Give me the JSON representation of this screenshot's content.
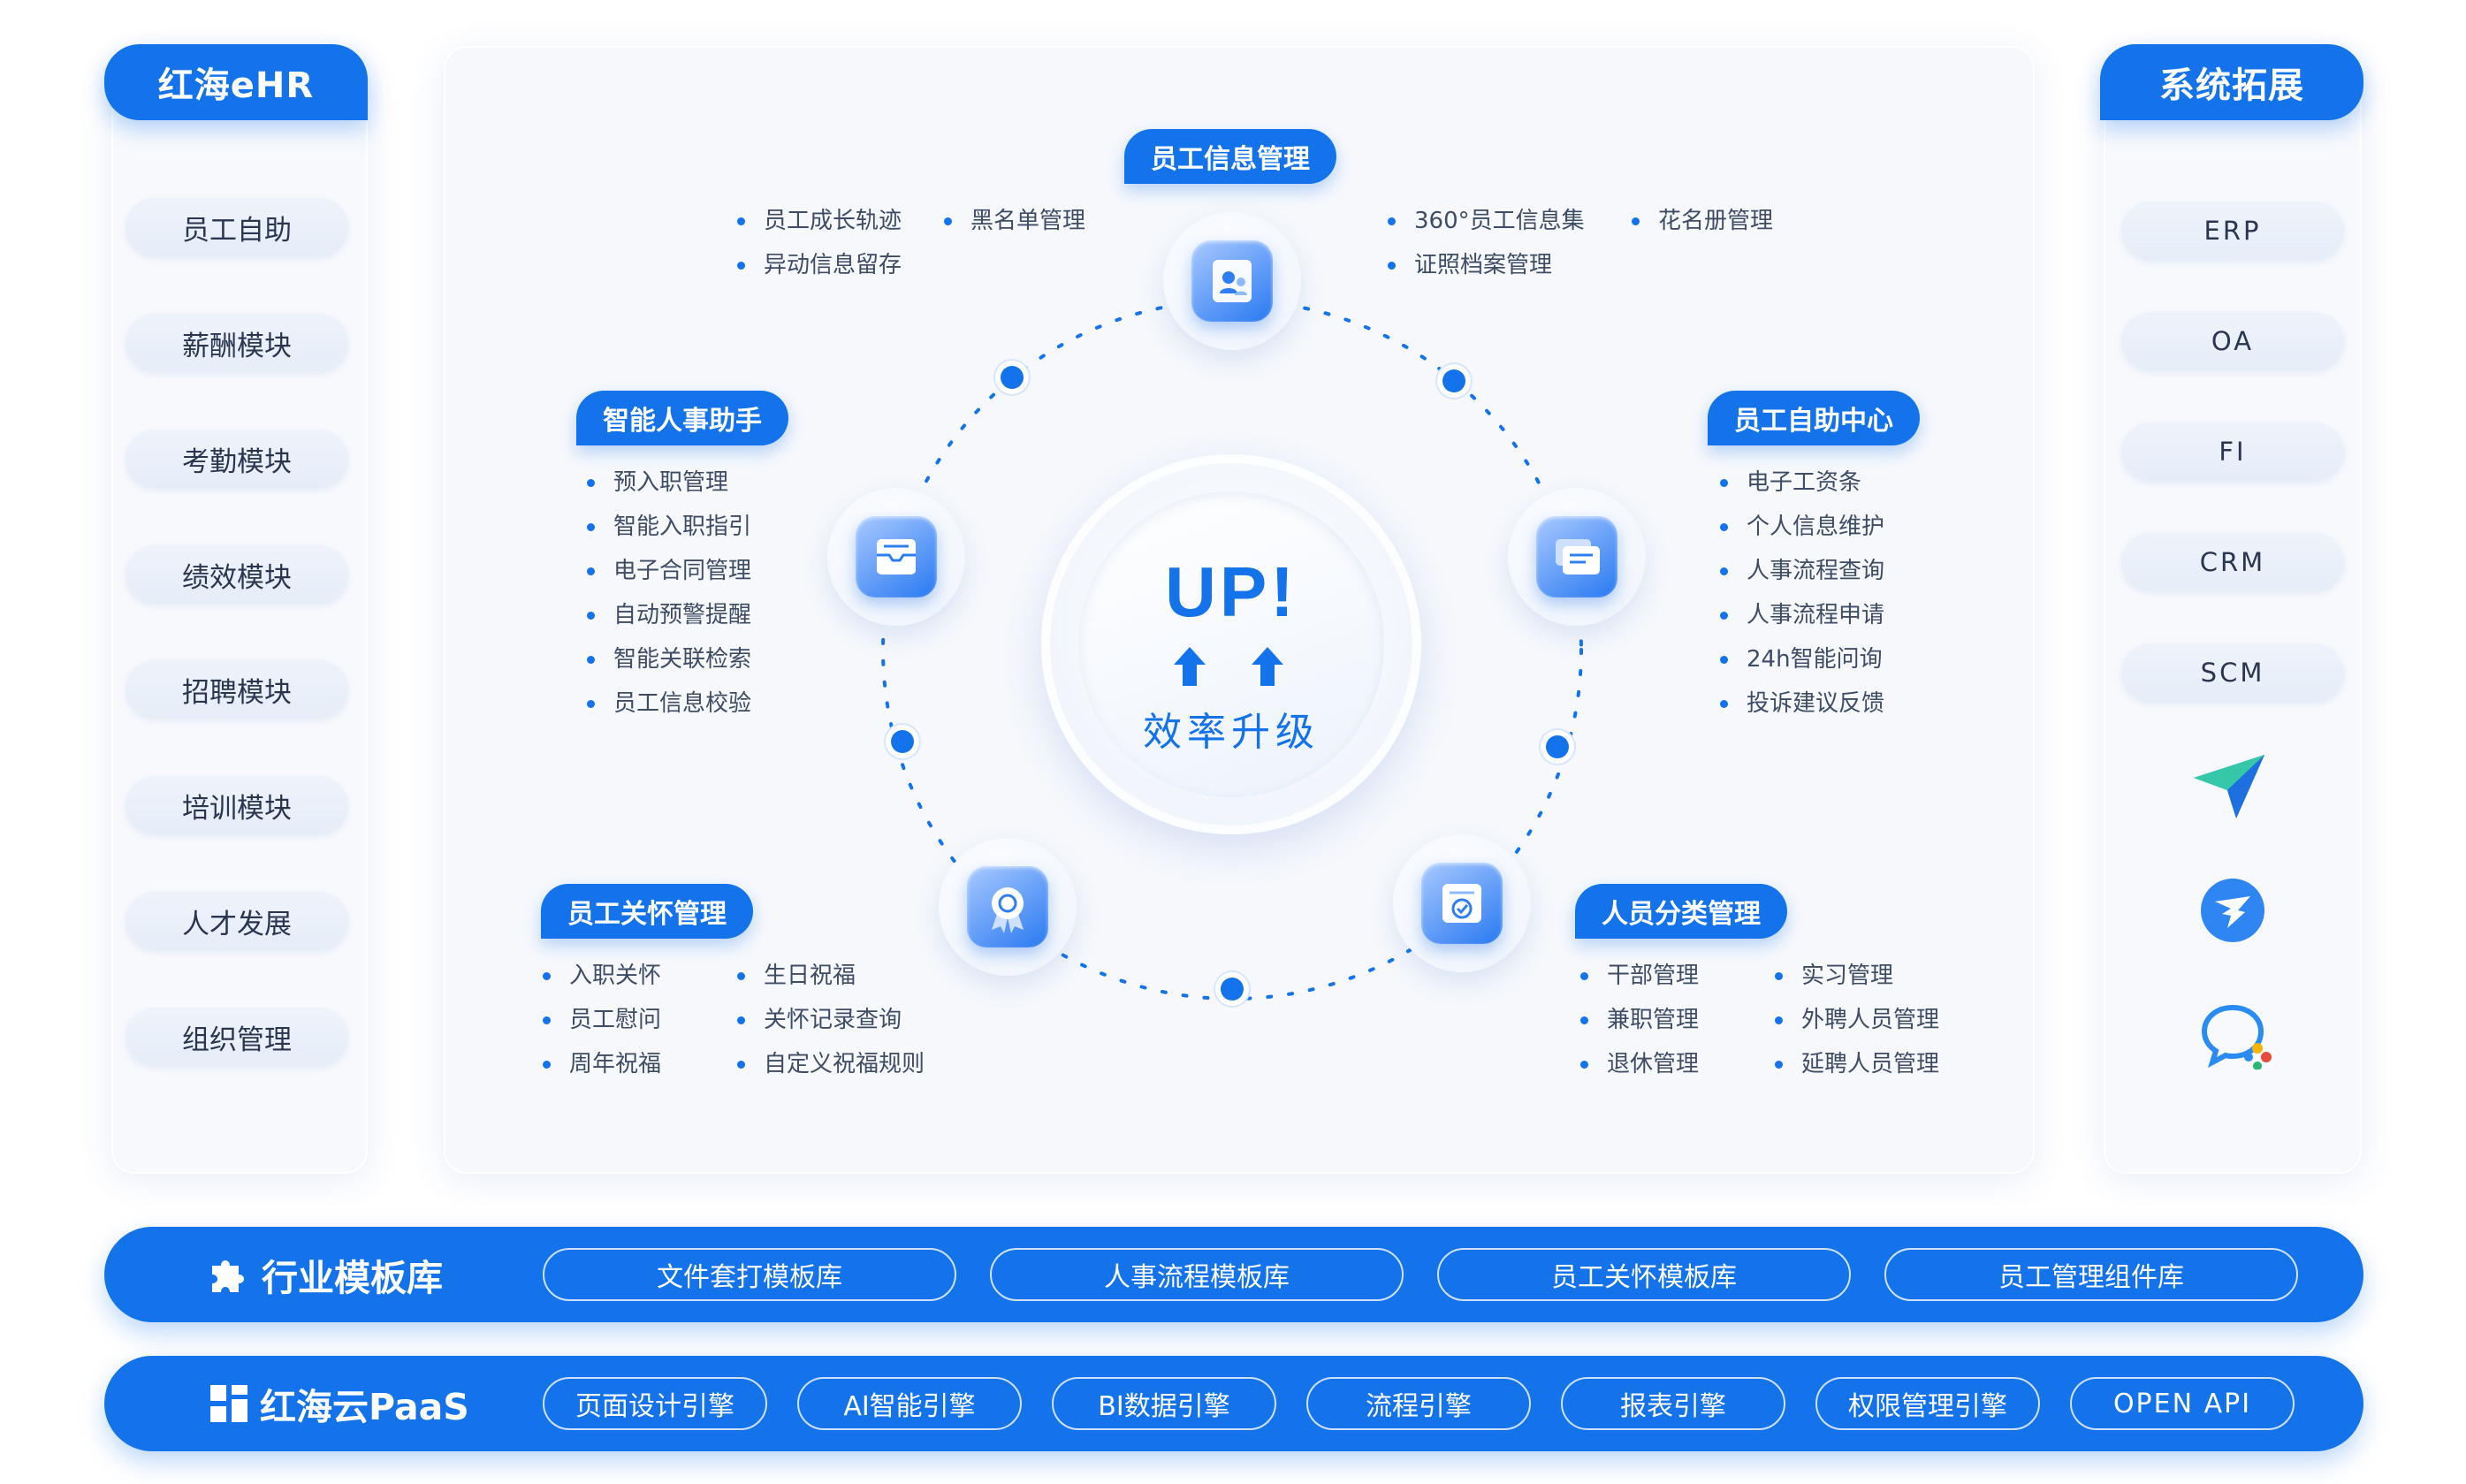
{
  "left_panel": {
    "title": "红海eHR",
    "items": [
      "员工自助",
      "薪酬模块",
      "考勤模块",
      "绩效模块",
      "招聘模块",
      "培训模块",
      "人才发展",
      "组织管理"
    ]
  },
  "right_panel": {
    "title": "系统拓展",
    "items": [
      "ERP",
      "OA",
      "FI",
      "CRM",
      "SCM"
    ],
    "icons": [
      "paper-plane-icon",
      "dingtalk-icon",
      "wecom-chat-icon"
    ]
  },
  "center": {
    "up_text": "UP!",
    "efficiency_text": "效率升级",
    "modules": {
      "info": {
        "title": "员工信息管理",
        "left_items": [
          "员工成长轨迹",
          "异动信息留存"
        ],
        "mid_items": [
          "黑名单管理"
        ],
        "right_items": [
          "360°员工信息集",
          "证照档案管理"
        ],
        "far_items": [
          "花名册管理"
        ]
      },
      "assistant": {
        "title": "智能人事助手",
        "items": [
          "预入职管理",
          "智能入职指引",
          "电子合同管理",
          "自动预警提醒",
          "智能关联检索",
          "员工信息校验"
        ]
      },
      "self_service": {
        "title": "员工自助中心",
        "items": [
          "电子工资条",
          "个人信息维护",
          "人事流程查询",
          "人事流程申请",
          "24h智能问询",
          "投诉建议反馈"
        ]
      },
      "care": {
        "title": "员工关怀管理",
        "col1": [
          "入职关怀",
          "员工慰问",
          "周年祝福"
        ],
        "col2": [
          "生日祝福",
          "关怀记录查询",
          "自定义祝福规则"
        ]
      },
      "classify": {
        "title": "人员分类管理",
        "col1": [
          "干部管理",
          "兼职管理",
          "退休管理"
        ],
        "col2": [
          "实习管理",
          "外聘人员管理",
          "延聘人员管理"
        ]
      }
    }
  },
  "template_bar": {
    "title": "行业模板库",
    "items": [
      "文件套打模板库",
      "人事流程模板库",
      "员工关怀模板库",
      "员工管理组件库"
    ]
  },
  "paas_bar": {
    "title": "红海云PaaS",
    "items": [
      "页面设计引擎",
      "AI智能引擎",
      "BI数据引擎",
      "流程引擎",
      "报表引擎",
      "权限管理引擎",
      "OPEN API"
    ]
  },
  "colors": {
    "primary": "#1473ea",
    "panel": "#f7f9fd",
    "text": "#3a4a66"
  }
}
